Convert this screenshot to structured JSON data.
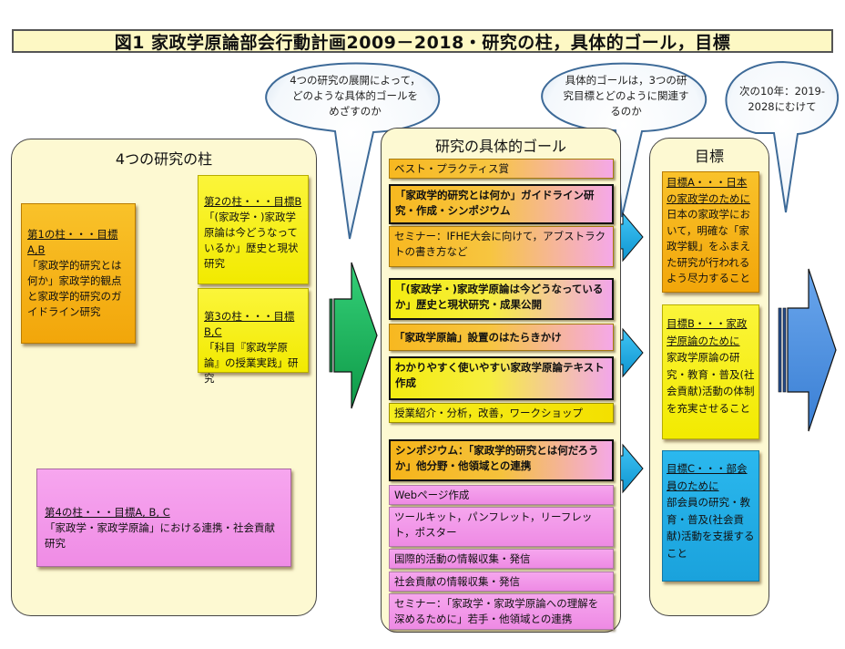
{
  "title": "図1 家政学原論部会行動計画2009－2018・研究の柱，具体的ゴール，目標",
  "bubbles": {
    "first": [
      "4つの研究の展開によって，",
      "どのような具体的ゴールを",
      "めざすのか"
    ],
    "second": [
      "具体的ゴールは，3つの研",
      "究目標とどのように関連す",
      "るのか"
    ],
    "third": [
      "次の10年：2019-",
      "2028にむけて"
    ]
  },
  "pillars": {
    "heading": "4つの研究の柱",
    "items": [
      {
        "label": "第1の柱・・・目標A,B",
        "text": "「家政学的研究とは何か」家政学的観点と家政学的研究のガイドライン研究",
        "color": "#f4ad12"
      },
      {
        "label": "第2の柱・・・目標B",
        "text": "「(家政学・)家政学原論は今どうなっているか」歴史と現状研究",
        "color": "#f6ef14"
      },
      {
        "label": "第3の柱・・・目標B,C",
        "text": "「科目『家政学原論』の授業実践」研究",
        "color": "#f6ef14"
      },
      {
        "label": "第4の柱・・・目標A, B, C",
        "text": "「家政学・家政学原論」における連携・社会貢献研究",
        "color": "#f39cea"
      }
    ]
  },
  "goals": {
    "heading": "研究の具体的ゴール",
    "items": [
      "ベスト・プラクティス賞",
      "「家政学的研究とは何か」ガイドライン研究・作成・シンポジウム",
      "セミナー：IFHE大会に向けて，アブストラクトの書き方など",
      "「(家政学・)家政学原論は今どうなっているか」歴史と現状研究・成果公開",
      "「家政学原論」設置のはたらきかけ",
      "わかりやすく使いやすい家政学原論テキスト作成",
      "授業紹介・分析，改善，ワークショップ",
      "シンポジウム：「家政学的研究とは何だろうか」他分野・他領域との連携",
      "Webページ作成",
      "ツールキット，パンフレット，リーフレット，ポスター",
      "国際的活動の情報収集・発信",
      "社会貢献の情報収集・発信",
      "セミナー：「家政学・家政学原論への理解を深めるために」若手・他領域との連携"
    ]
  },
  "objectives": {
    "heading": "目標",
    "items": [
      {
        "label": "目標A・・・日本の家政学のために",
        "text": "日本の家政学において，明確な「家政学観」をふまえた研究が行われるよう尽力すること",
        "color": "#f4ad12"
      },
      {
        "label": "目標B・・・家政学原論のために",
        "text": "家政学原論の研究・教育・普及(社会貢献)活動の体制を充実させること",
        "color": "#f6ef14"
      },
      {
        "label": "目標C・・・部会員のために",
        "text": "部会員の研究・教育・普及(社会貢献)活動を支援すること",
        "color": "#22aee6"
      }
    ]
  },
  "colors": {
    "green_arrow": "#17b35a",
    "cyan_arrow": "#19a9e6",
    "blue_arrow": "#4b8fe0",
    "double_arrow": "#d4f3dc",
    "panel_bg": "#fdf9d2",
    "bubble_stroke": "#3d6a98"
  }
}
